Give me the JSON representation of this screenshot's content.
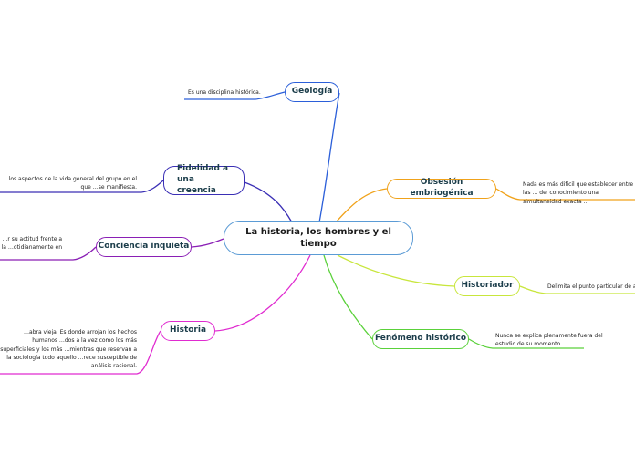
{
  "central": {
    "label": "La historia, los hombres y el tiempo",
    "color": "#5b9bd5"
  },
  "topics": [
    {
      "id": "geologia",
      "label": "Geología",
      "color": "#2b5fd9",
      "note": "Es una disciplina histórica."
    },
    {
      "id": "fidelidad",
      "label": "Fidelidad a una creencia",
      "color": "#3a2fb5",
      "note": "…los aspectos de la vida general del grupo en el que …se manifiesta."
    },
    {
      "id": "conciencia",
      "label": "Conciencia inquieta",
      "color": "#8a1fb5",
      "note": "…r su actitud frente a la …otidianamente en"
    },
    {
      "id": "historia",
      "label": "Historia",
      "color": "#e02bd0",
      "note": "…abra vieja. Es donde arrojan los hechos humanos …dos a la vez como los más superficiales y los más …mientras que reservan a la sociología todo aquello …rece susceptible de análisis racional."
    },
    {
      "id": "obsesion",
      "label": "Obsesión embriogénica",
      "color": "#f0a21a",
      "note": "Nada es más difícil que establecer entre las … del conocimiento una simultaneidad exacta …"
    },
    {
      "id": "historiador",
      "label": "Historiador",
      "color": "#c8e63c",
      "note": "Delimita el punto particular de apli…"
    },
    {
      "id": "fenomeno",
      "label": "Fenómeno histórico",
      "color": "#5ad13a",
      "note": "Nunca se explica plenamente fuera del estudio de su momento."
    }
  ]
}
